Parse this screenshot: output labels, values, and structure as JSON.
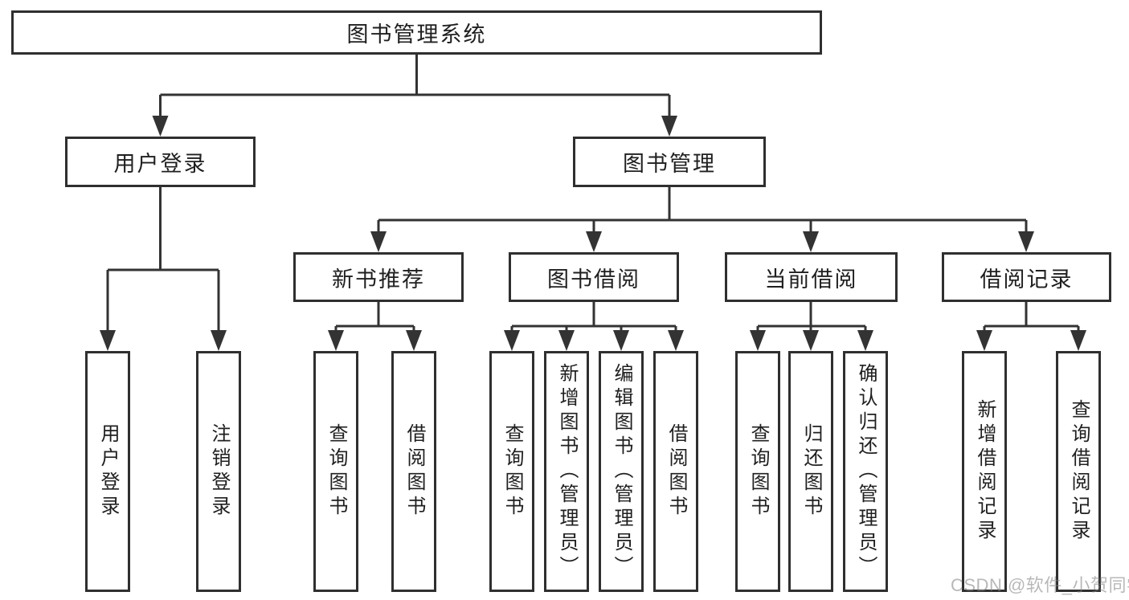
{
  "tree": {
    "label": "图书管理系统",
    "children": [
      {
        "label": "用户登录",
        "children": [
          {
            "label": "用户登录"
          },
          {
            "label": "注销登录"
          }
        ]
      },
      {
        "label": "图书管理",
        "children": [
          {
            "label": "新书推荐",
            "children": [
              {
                "label": "查询图书"
              },
              {
                "label": "借阅图书"
              }
            ]
          },
          {
            "label": "图书借阅",
            "children": [
              {
                "label": "查询图书"
              },
              {
                "label": "新增图书（管理员）"
              },
              {
                "label": "编辑图书（管理员）"
              },
              {
                "label": "借阅图书"
              }
            ]
          },
          {
            "label": "当前借阅",
            "children": [
              {
                "label": "查询图书"
              },
              {
                "label": "归还图书"
              },
              {
                "label": "确认归还（管理员）"
              }
            ]
          },
          {
            "label": "借阅记录",
            "children": [
              {
                "label": "新增借阅记录"
              },
              {
                "label": "查询借阅记录"
              }
            ]
          }
        ]
      }
    ]
  },
  "watermark": {
    "text": "CSDN @软件_小贺同学"
  },
  "colors": {
    "line": "#333333",
    "box_border": "#2f2f2f",
    "box_fill": "#ffffff",
    "text": "#1f1f1f",
    "watermark": "#7d7d7d"
  }
}
